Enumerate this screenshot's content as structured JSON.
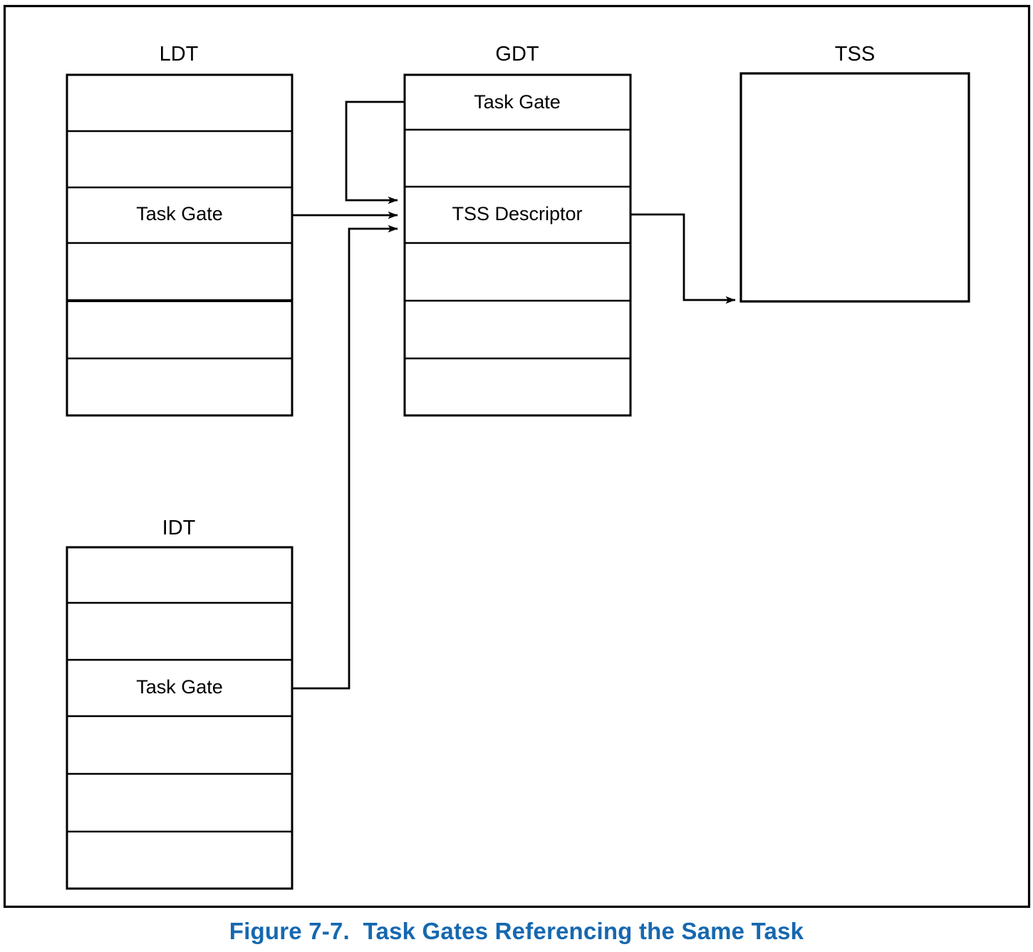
{
  "figure": {
    "caption": "Figure 7-7.  Task Gates Referencing the Same Task",
    "caption_color": "#1668B0",
    "line_color": "#000000",
    "background": "#FFFFFF"
  },
  "tables": {
    "ldt": {
      "label": "LDT",
      "rows": [
        "",
        "",
        "Task Gate",
        "",
        "",
        ""
      ]
    },
    "gdt": {
      "label": "GDT",
      "rows": [
        "Task Gate",
        "",
        "TSS Descriptor",
        "",
        "",
        ""
      ]
    },
    "idt": {
      "label": "IDT",
      "rows": [
        "",
        "",
        "Task Gate",
        "",
        "",
        ""
      ]
    },
    "tss": {
      "label": "TSS",
      "rows": [
        ""
      ]
    }
  },
  "connections": [
    {
      "name": "gdt-task-gate-to-tss-descriptor",
      "from": "gdt.rows.0",
      "to": "gdt.rows.2",
      "arrow": true
    },
    {
      "name": "ldt-task-gate-to-tss-descriptor",
      "from": "ldt.rows.2",
      "to": "gdt.rows.2",
      "arrow": true
    },
    {
      "name": "idt-task-gate-to-tss-descriptor",
      "from": "idt.rows.2",
      "to": "gdt.rows.2",
      "arrow": true
    },
    {
      "name": "tss-descriptor-to-tss",
      "from": "gdt.rows.2",
      "to": "tss",
      "arrow": true
    }
  ]
}
